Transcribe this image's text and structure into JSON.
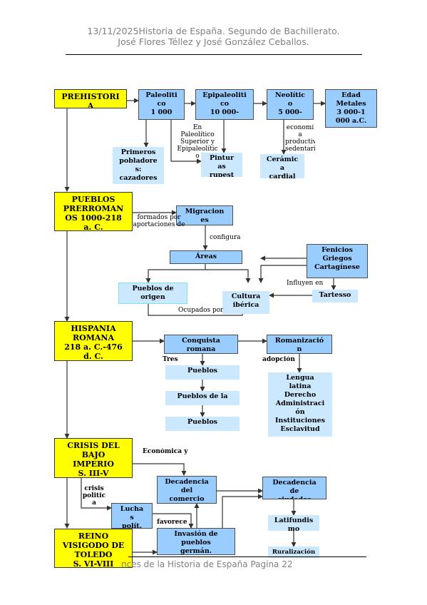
{
  "header": {
    "line1": "13/11/2025Historia de España. Segundo de Bachillerato.",
    "line2": "José Flores Téllez y José González Ceballos."
  },
  "footer": {
    "text": "nces de la Historia de España Pagina 22"
  },
  "nodes": {
    "prehistoria": "PREHISTORI\nA",
    "paleolitico": "Paleoliti\nco\n1 000",
    "epipaleolitico": "Epipaleoliti\nco\n10 000-",
    "neolitico": "Neolític\no\n5 000-",
    "edad_metales": "Edad\nMetales\n3 000-1\n000 a.C.",
    "primeros_pobladores": "Primeros\npobladore\ns:\ncazadores",
    "pinturas": "Pintur\nas\nrupest",
    "ceramica": "Cerámic\na\ncardial",
    "pueblos_prerromanos": "PUEBLOS\nPRERROMAN\nOS 1000-218\na. C.",
    "migraciones": "Migracion\nes",
    "areas": "Áreas",
    "fenicios": "Fenicios\nGriegos\nCartagínese",
    "pueblos_origen": "Pueblos de\norigen",
    "cultura_iberica": "Cultura\nibérica",
    "tartesso": "Tartesso",
    "hispania_romana": "HISPANIA\nROMANA\n218 a. C.-476\nd. C.",
    "conquista": "Conquista\nromana",
    "romanizacion": "Romanizació\nn",
    "pueblos_1": "Pueblos",
    "pueblos_2": "Pueblos de la",
    "pueblos_3": "Pueblos",
    "lengua": "Lengua\nlatina\nDerecho\nAdministraci\nón\nInstituciones\nEsclavitud",
    "crisis": "CRISIS DEL\nBAJO\nIMPERIO\nS. III-V",
    "decadencia_del": "Decadencia\ndel\ncomercio",
    "decadencia_de": "Decadencia\nde\nciudades",
    "luchas": "Lucha\ns\npolít.",
    "invasion": "Invasión de\npueblos\ngermán.",
    "latifundismo": "Latifundis\nmo",
    "ruralizacion": "Ruralización",
    "reino_visigodo": "REINO\nVISIGODO DE\nTOLEDO\nS. VI-VIII"
  },
  "labels": {
    "en_paleolitico": "En\nPaleolítico\nSuperior y\nEpipaleolític\no",
    "economia": "economí\na\nproductiva y\nsedentaria",
    "formados_por": "formados por\naportaciones de",
    "configura": "configura",
    "influyen_en": "Influyen en",
    "ocupados_por": "Ocupados por",
    "tres": "Tres",
    "adopcion": "adopción",
    "economica": "Económica y",
    "crisis_politica": "crisis\npolitic\na",
    "favorece": "favorece"
  }
}
